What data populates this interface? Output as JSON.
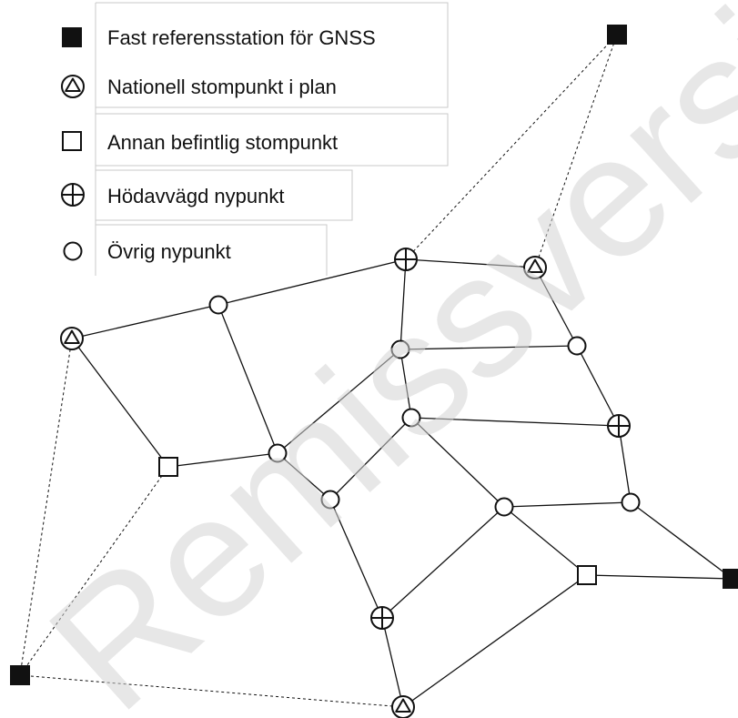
{
  "colors": {
    "ink": "#111111",
    "background": "#ffffff",
    "watermark": "#d4d4d4",
    "legend_border": "#c8c8c8"
  },
  "legend": {
    "items": [
      {
        "symbol": "filled-square-icon",
        "label": "Fast referensstation för GNSS"
      },
      {
        "symbol": "circle-triangle-icon",
        "label": "Nationell stompunkt i plan"
      },
      {
        "symbol": "open-square-icon",
        "label": "Annan befintlig stompunkt"
      },
      {
        "symbol": "circle-plus-icon",
        "label": "Hödavvägd nypunkt"
      },
      {
        "symbol": "open-circle-icon",
        "label": "Övrig nypunkt"
      }
    ]
  },
  "watermark": {
    "text": "Remissversion"
  },
  "network": {
    "points": [
      {
        "id": "ref-top-right",
        "type": "gnss-reference"
      },
      {
        "id": "ref-bottom-left",
        "type": "gnss-reference"
      },
      {
        "id": "ref-right",
        "type": "gnss-reference"
      },
      {
        "id": "tri-left",
        "type": "national-control-point"
      },
      {
        "id": "tri-top-right",
        "type": "national-control-point"
      },
      {
        "id": "tri-bottom",
        "type": "national-control-point"
      },
      {
        "id": "sq-left",
        "type": "existing-control-point"
      },
      {
        "id": "sq-bottom-right",
        "type": "existing-control-point"
      },
      {
        "id": "plus-top",
        "type": "levelled-new-point"
      },
      {
        "id": "plus-right",
        "type": "levelled-new-point"
      },
      {
        "id": "plus-bottom",
        "type": "levelled-new-point"
      },
      {
        "id": "c1",
        "type": "other-new-point"
      },
      {
        "id": "c2",
        "type": "other-new-point"
      },
      {
        "id": "c3",
        "type": "other-new-point"
      },
      {
        "id": "c4",
        "type": "other-new-point"
      },
      {
        "id": "c5",
        "type": "other-new-point"
      },
      {
        "id": "c6",
        "type": "other-new-point"
      },
      {
        "id": "c7",
        "type": "other-new-point"
      },
      {
        "id": "c8",
        "type": "other-new-point"
      }
    ],
    "solid_links": [
      [
        "tri-left",
        "c1"
      ],
      [
        "c1",
        "plus-top"
      ],
      [
        "plus-top",
        "tri-top-right"
      ],
      [
        "tri-top-right",
        "c3"
      ],
      [
        "plus-top",
        "c2"
      ],
      [
        "c2",
        "c3"
      ],
      [
        "c1",
        "c5"
      ],
      [
        "tri-left",
        "sq-left"
      ],
      [
        "sq-left",
        "c5"
      ],
      [
        "c5",
        "c2"
      ],
      [
        "c2",
        "c4"
      ],
      [
        "c4",
        "plus-right"
      ],
      [
        "c3",
        "plus-right"
      ],
      [
        "c5",
        "c6"
      ],
      [
        "c6",
        "c4"
      ],
      [
        "c4",
        "c7"
      ],
      [
        "plus-right",
        "c8"
      ],
      [
        "c7",
        "c8"
      ],
      [
        "c6",
        "plus-bottom"
      ],
      [
        "plus-bottom",
        "c7"
      ],
      [
        "c7",
        "sq-bottom-right"
      ],
      [
        "plus-bottom",
        "tri-bottom"
      ],
      [
        "tri-bottom",
        "sq-bottom-right"
      ],
      [
        "sq-bottom-right",
        "ref-right"
      ],
      [
        "c8",
        "ref-right"
      ]
    ],
    "dashed_links": [
      [
        "plus-top",
        "ref-top-right"
      ],
      [
        "tri-top-right",
        "ref-top-right"
      ],
      [
        "tri-left",
        "ref-bottom-left"
      ],
      [
        "sq-left",
        "ref-bottom-left"
      ],
      [
        "ref-bottom-left",
        "tri-bottom"
      ]
    ]
  }
}
